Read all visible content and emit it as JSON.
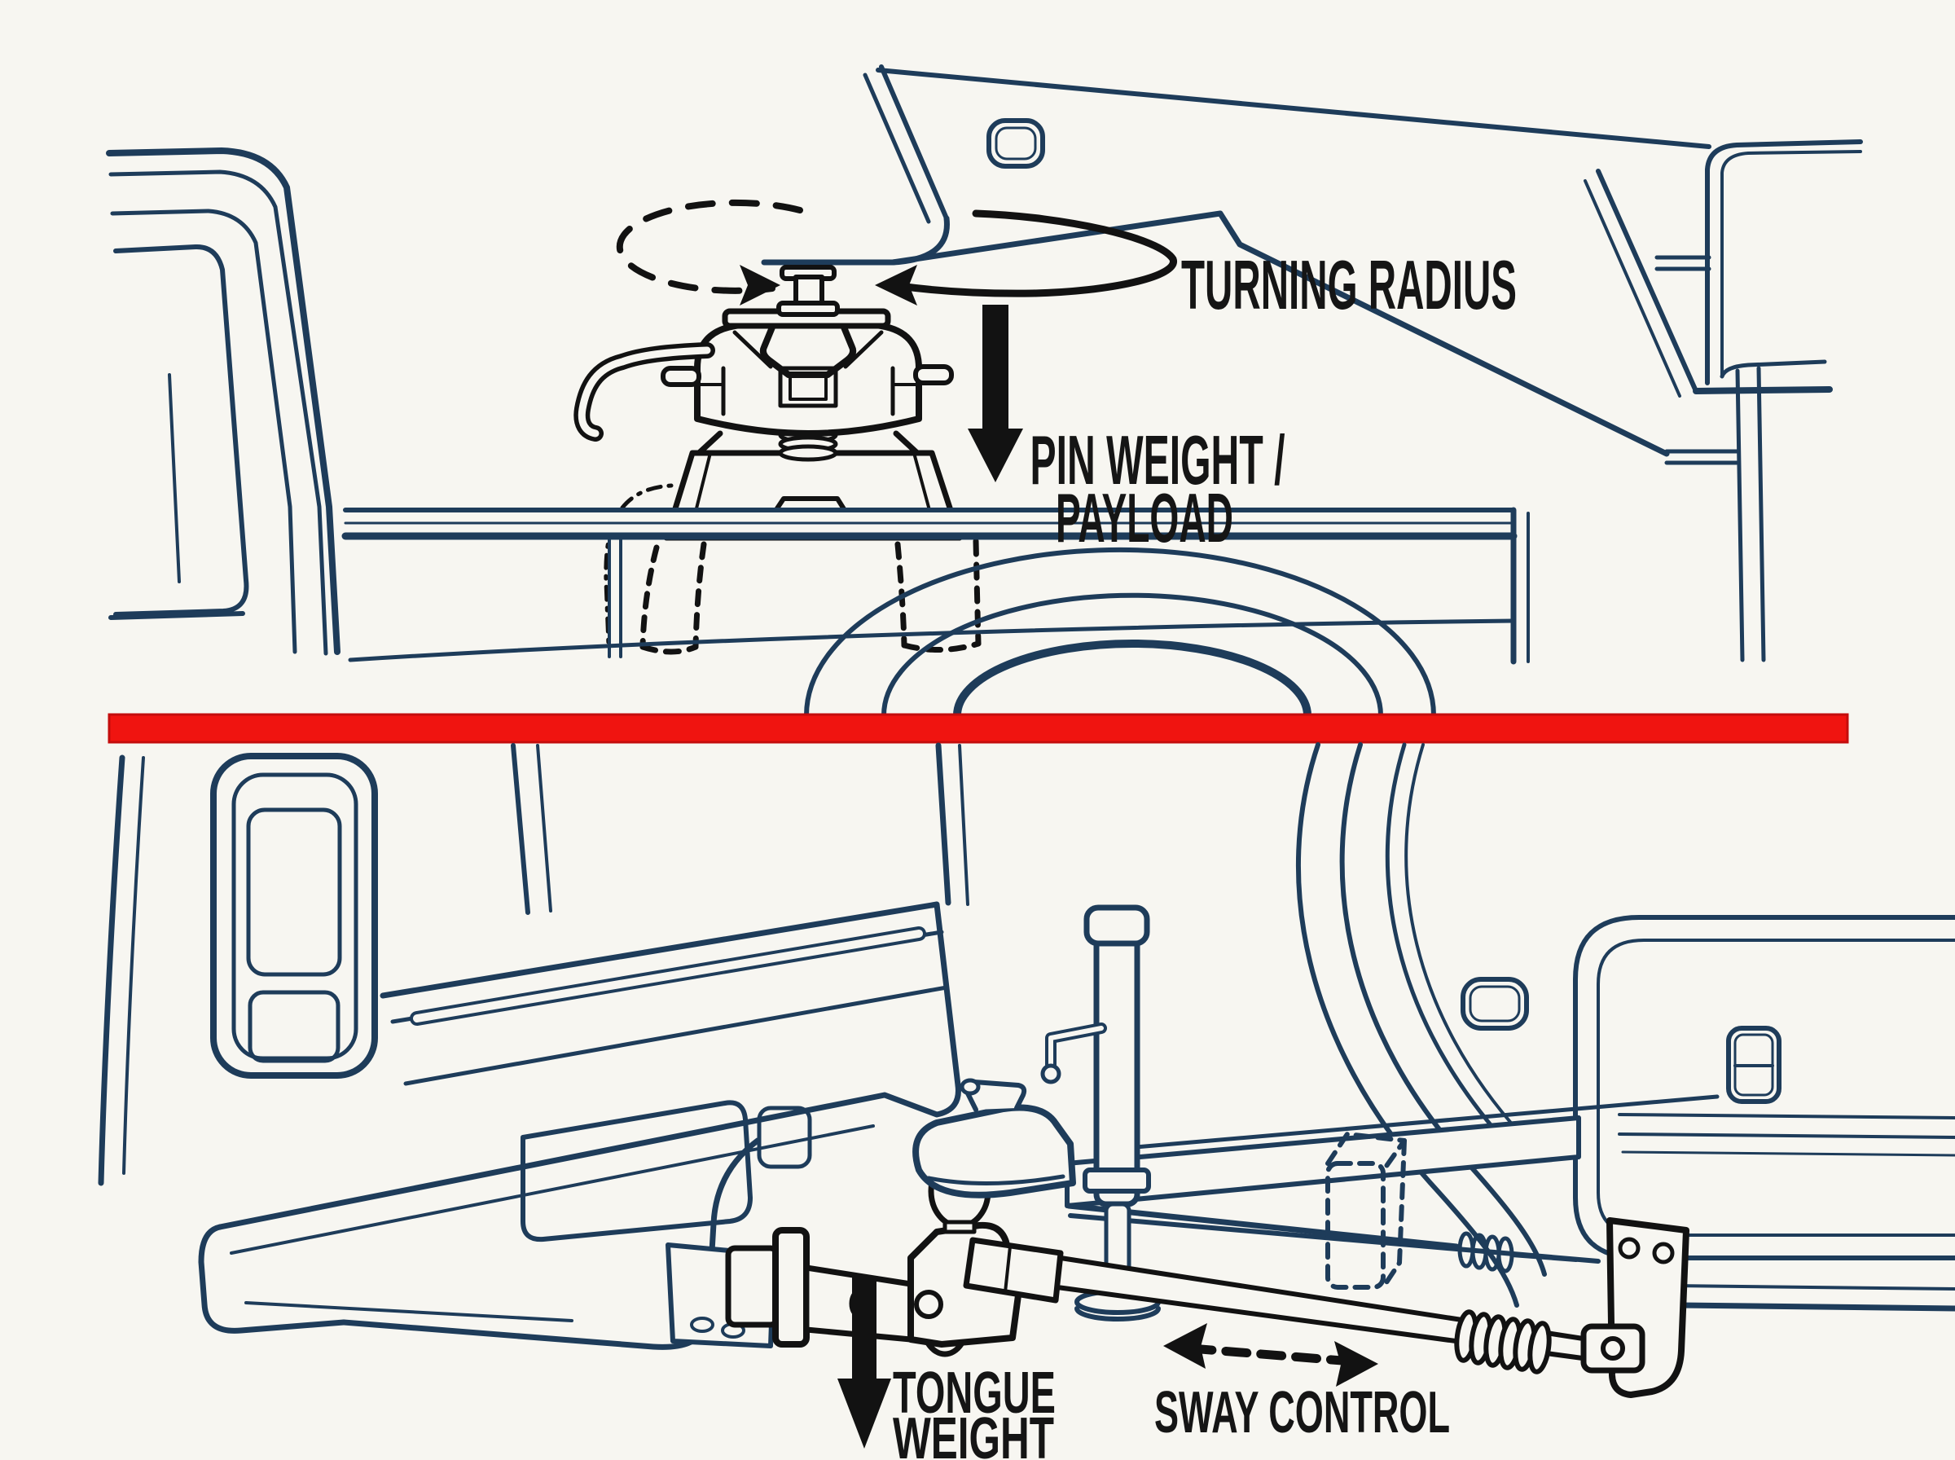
{
  "labels": {
    "turning_radius": "TURNING RADIUS",
    "pin_weight_line1": "PIN WEIGHT /",
    "pin_weight_line2": "PAYLOAD",
    "tongue_weight_line1": "TONGUE",
    "tongue_weight_line2": "WEIGHT",
    "sway_control": "SWAY CONTROL"
  },
  "colors": {
    "background": "#f7f6f1",
    "line_blue": "#1e3c5a",
    "line_black": "#121212",
    "label_text": "#151515",
    "divider_red": "#f01410",
    "divider_red_edge": "#c40d0d"
  }
}
